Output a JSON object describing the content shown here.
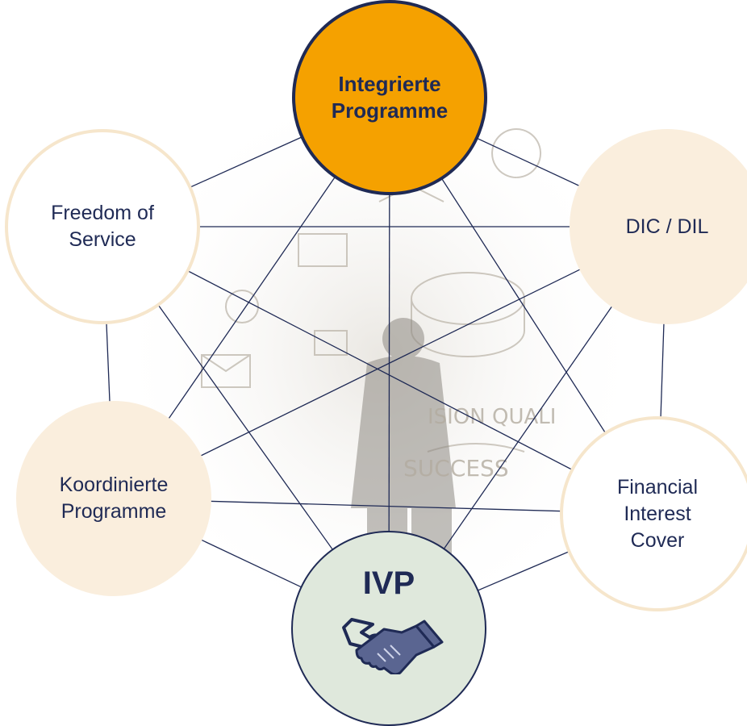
{
  "diagram": {
    "nodes": [
      {
        "id": "integrierte",
        "label": "Integrierte\nProgramme"
      },
      {
        "id": "freedom",
        "label": "Freedom of\nService"
      },
      {
        "id": "dic",
        "label": "DIC / DIL"
      },
      {
        "id": "koordinierte",
        "label": "Koordinierte\nProgramme"
      },
      {
        "id": "financial",
        "label": "Financial\nInterest\nCover"
      },
      {
        "id": "ivp",
        "label": "IVP"
      }
    ],
    "icons": {
      "ivp_icon": "handshake-icon",
      "background": "business-sketch-illustration"
    },
    "colors": {
      "navy": "#1f2a55",
      "orange": "#f5a100",
      "cream": "#faeedd",
      "cream_border": "#f6e6cc",
      "sage": "#dfe8dc",
      "hand_fill": "#5a6591"
    }
  }
}
